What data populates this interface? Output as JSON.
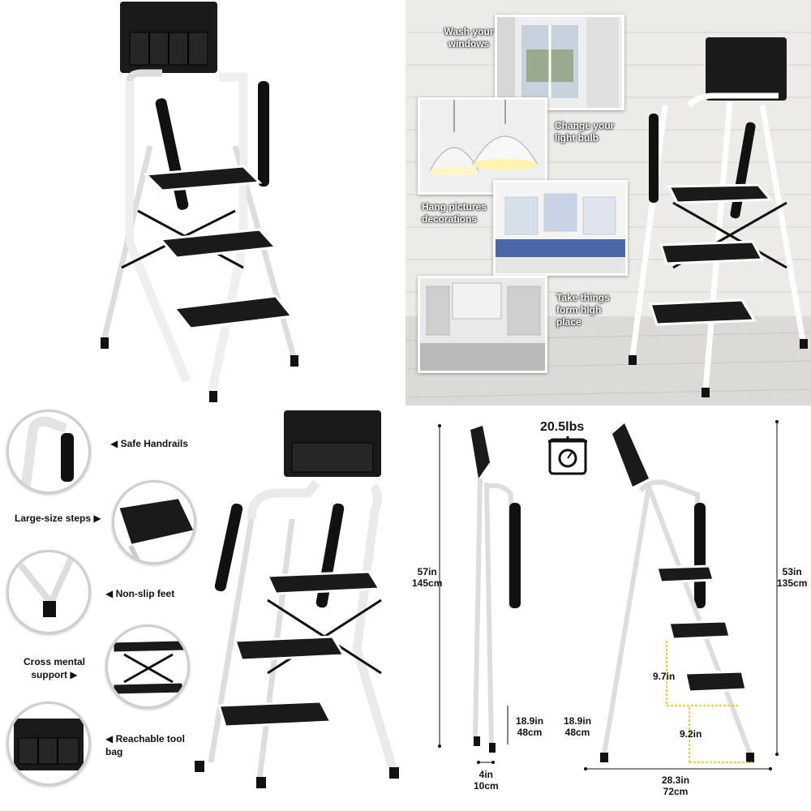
{
  "scenes": {
    "uses": [
      "Wash your windows",
      "Change your light bulb",
      "Hang pictures decorations",
      "Take things form high place"
    ]
  },
  "features": [
    {
      "label": "Safe Handrails",
      "icon": "handrail-icon"
    },
    {
      "label": "Large-size steps",
      "icon": "step-icon"
    },
    {
      "label": "Non-slip feet",
      "icon": "foot-icon"
    },
    {
      "label": "Cross mental support",
      "icon": "cross-brace-icon"
    },
    {
      "label": "Reachable tool bag",
      "icon": "tool-bag-icon"
    }
  ],
  "specs": {
    "weight": "20.5lbs",
    "height_folded_in": "57in",
    "height_folded_cm": "145cm",
    "height_open_in": "53in",
    "height_open_cm": "135cm",
    "depth_folded_in": "4in",
    "depth_folded_cm": "10cm",
    "width_folded_in": "18.9in",
    "width_folded_cm": "48cm",
    "width_open_in": "18.9in",
    "width_open_cm": "48cm",
    "step_rise": "9.7in",
    "step_depth": "9.2in",
    "base_in": "28.3in",
    "base_cm": "72cm"
  },
  "colors": {
    "frame": "#ffffff",
    "tread": "#1a1a1a",
    "grip": "#111111",
    "accent": "#e0c000"
  }
}
